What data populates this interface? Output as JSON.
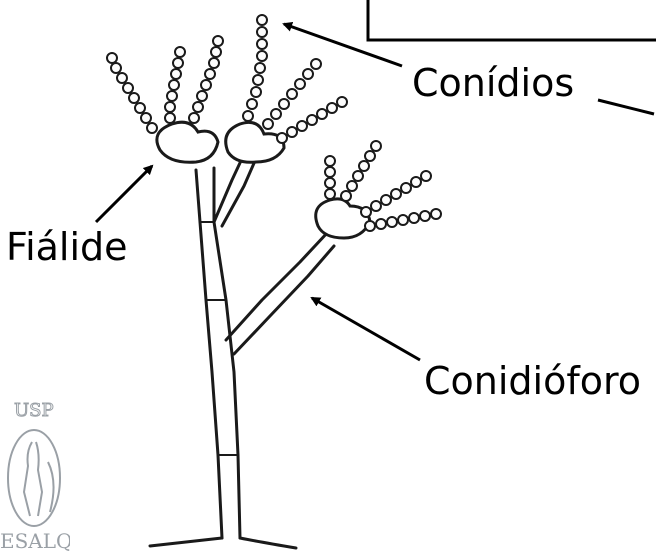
{
  "labels": {
    "conidios": "Conídios",
    "fialide": "Fiálide",
    "conidioforo": "Conidióforo"
  },
  "logo": {
    "top_text": "USP",
    "bottom_text": "ESALQ"
  },
  "colors": {
    "ink": "#1a1a1a",
    "logo": "#9aa0a6",
    "background": "#ffffff"
  }
}
